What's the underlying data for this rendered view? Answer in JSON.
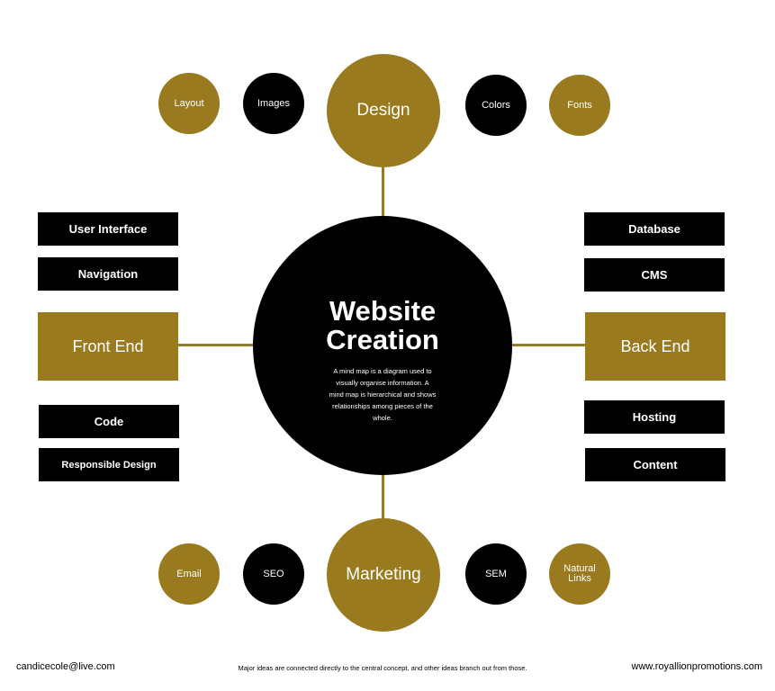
{
  "center": {
    "title_line1": "Website",
    "title_line2": "Creation",
    "description": "A mind map is a diagram used to visually organise information. A mind map is hierarchical and shows relationships among pieces of the whole."
  },
  "design": {
    "label": "Design",
    "children": [
      "Layout",
      "Images",
      "Colors",
      "Fonts"
    ]
  },
  "marketing": {
    "label": "Marketing",
    "children": [
      "Email",
      "SEO",
      "SEM",
      "Natural Links"
    ]
  },
  "front_end": {
    "label": "Front End",
    "children": [
      "User Interface",
      "Navigation",
      "Code",
      "Responsible Design"
    ]
  },
  "back_end": {
    "label": "Back End",
    "children": [
      "Database",
      "CMS",
      "Hosting",
      "Content"
    ]
  },
  "footer": {
    "email": "candicecole@live.com",
    "caption": "Major ideas are connected directly to the central concept, and other ideas branch out from those.",
    "website": "www.royallionpromotions.com"
  },
  "colors": {
    "gold": "#9a7a1e",
    "black": "#000000",
    "background": "#ffffff"
  }
}
